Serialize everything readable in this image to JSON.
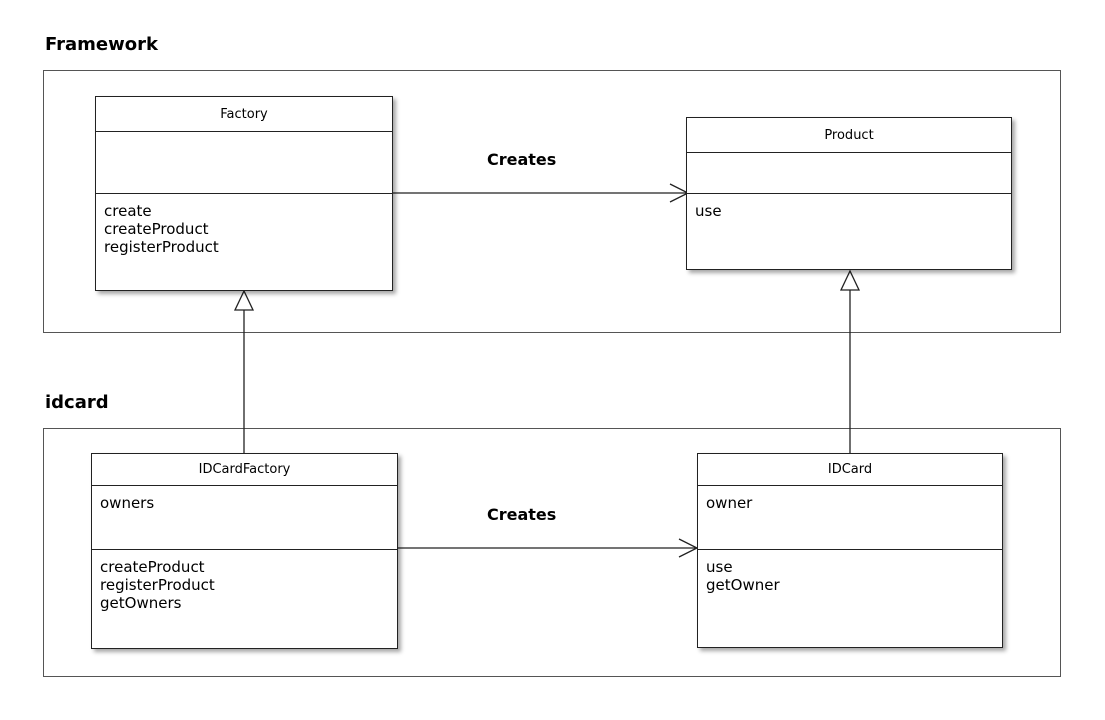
{
  "packages": [
    {
      "id": "framework",
      "title": "Framework"
    },
    {
      "id": "idcard",
      "title": "idcard"
    }
  ],
  "classes": {
    "factory": {
      "name": "Factory",
      "attributes": [],
      "operations": [
        "create",
        "createProduct",
        "registerProduct"
      ]
    },
    "product": {
      "name": "Product",
      "attributes": [],
      "operations": [
        "use"
      ]
    },
    "idcard_factory": {
      "name": "IDCardFactory",
      "attributes": [
        "owners"
      ],
      "operations": [
        "createProduct",
        "registerProduct",
        "getOwners"
      ]
    },
    "idcard": {
      "name": "IDCard",
      "attributes": [
        "owner"
      ],
      "operations": [
        "use",
        "getOwner"
      ]
    }
  },
  "associations": [
    {
      "from": "Factory",
      "to": "Product",
      "label": "Creates"
    },
    {
      "from": "IDCardFactory",
      "to": "IDCard",
      "label": "Creates"
    }
  ],
  "generalizations": [
    {
      "child": "IDCardFactory",
      "parent": "Factory"
    },
    {
      "child": "IDCard",
      "parent": "Product"
    }
  ]
}
